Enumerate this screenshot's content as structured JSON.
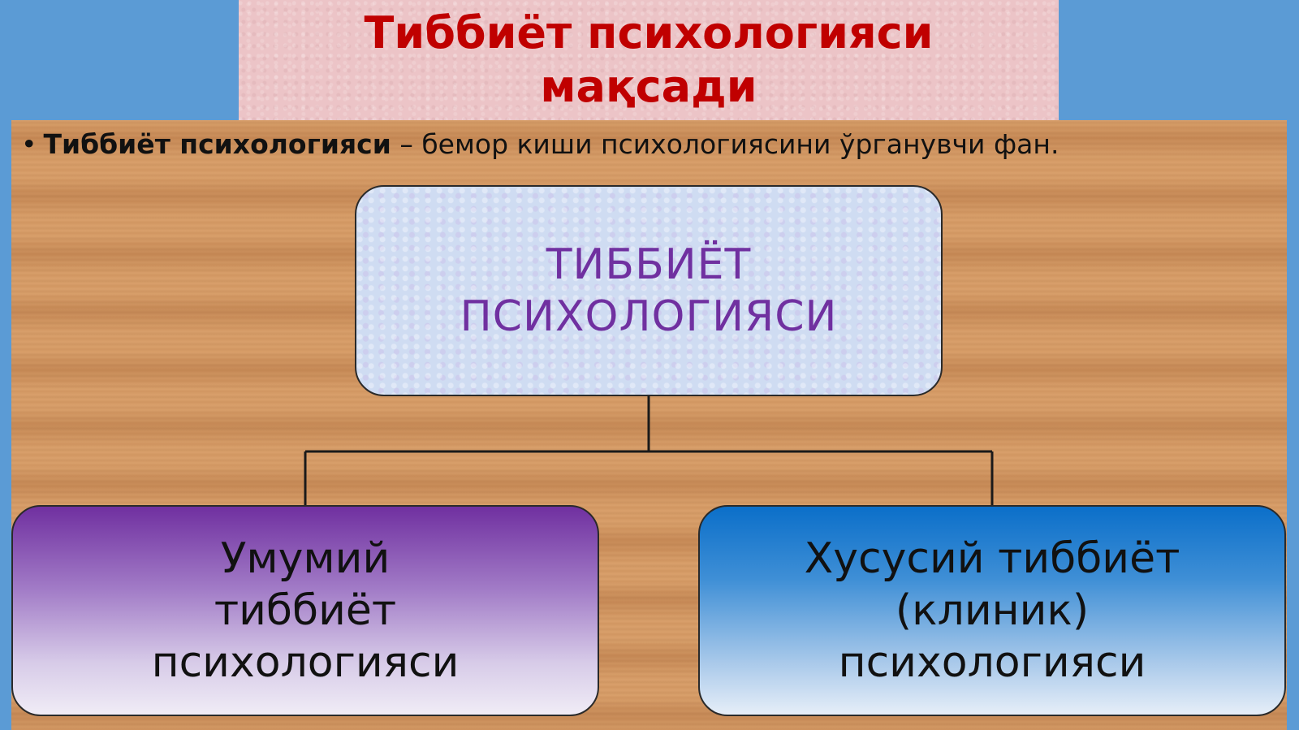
{
  "title": "Тиббиёт психологияси\nмақсади",
  "definition": {
    "term": "Тиббиёт психологияси",
    "dash": "–",
    "text": "бемор киши психологиясини  ўрганувчи фан."
  },
  "diagram": {
    "root": "ТИББИЁТ\nПСИХОЛОГИЯСИ",
    "children": [
      "Умумий\nтиббиёт\nпсихологияси",
      "Хусусий тиббиёт\n(клиник)\nпсихологияси"
    ]
  },
  "colors": {
    "title": "#c00000",
    "root_text": "#7030a0",
    "left_box_top": "#7030a0",
    "right_box_top": "#0b6fc9",
    "connector": "#1a1a1a"
  }
}
